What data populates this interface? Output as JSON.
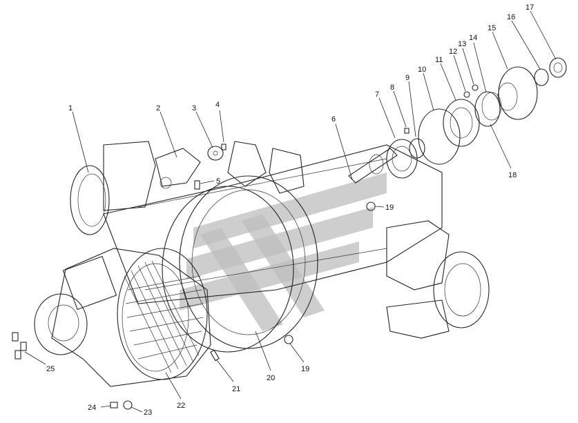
{
  "callouts": [
    {
      "id": "c1",
      "label": "1"
    },
    {
      "id": "c2",
      "label": "2"
    },
    {
      "id": "c3",
      "label": "3"
    },
    {
      "id": "c4",
      "label": "4"
    },
    {
      "id": "c5",
      "label": "5"
    },
    {
      "id": "c6",
      "label": "6"
    },
    {
      "id": "c7",
      "label": "7"
    },
    {
      "id": "c8",
      "label": "8"
    },
    {
      "id": "c9",
      "label": "9"
    },
    {
      "id": "c10",
      "label": "10"
    },
    {
      "id": "c11",
      "label": "11"
    },
    {
      "id": "c12",
      "label": "12"
    },
    {
      "id": "c13",
      "label": "13"
    },
    {
      "id": "c14",
      "label": "14"
    },
    {
      "id": "c15",
      "label": "15"
    },
    {
      "id": "c16",
      "label": "16"
    },
    {
      "id": "c17",
      "label": "17"
    },
    {
      "id": "c18",
      "label": "18"
    },
    {
      "id": "c19a",
      "label": "19"
    },
    {
      "id": "c19b",
      "label": "19"
    },
    {
      "id": "c20",
      "label": "20"
    },
    {
      "id": "c21",
      "label": "21"
    },
    {
      "id": "c22",
      "label": "22"
    },
    {
      "id": "c23",
      "label": "23"
    },
    {
      "id": "c24",
      "label": "24"
    },
    {
      "id": "c25",
      "label": "25"
    }
  ]
}
